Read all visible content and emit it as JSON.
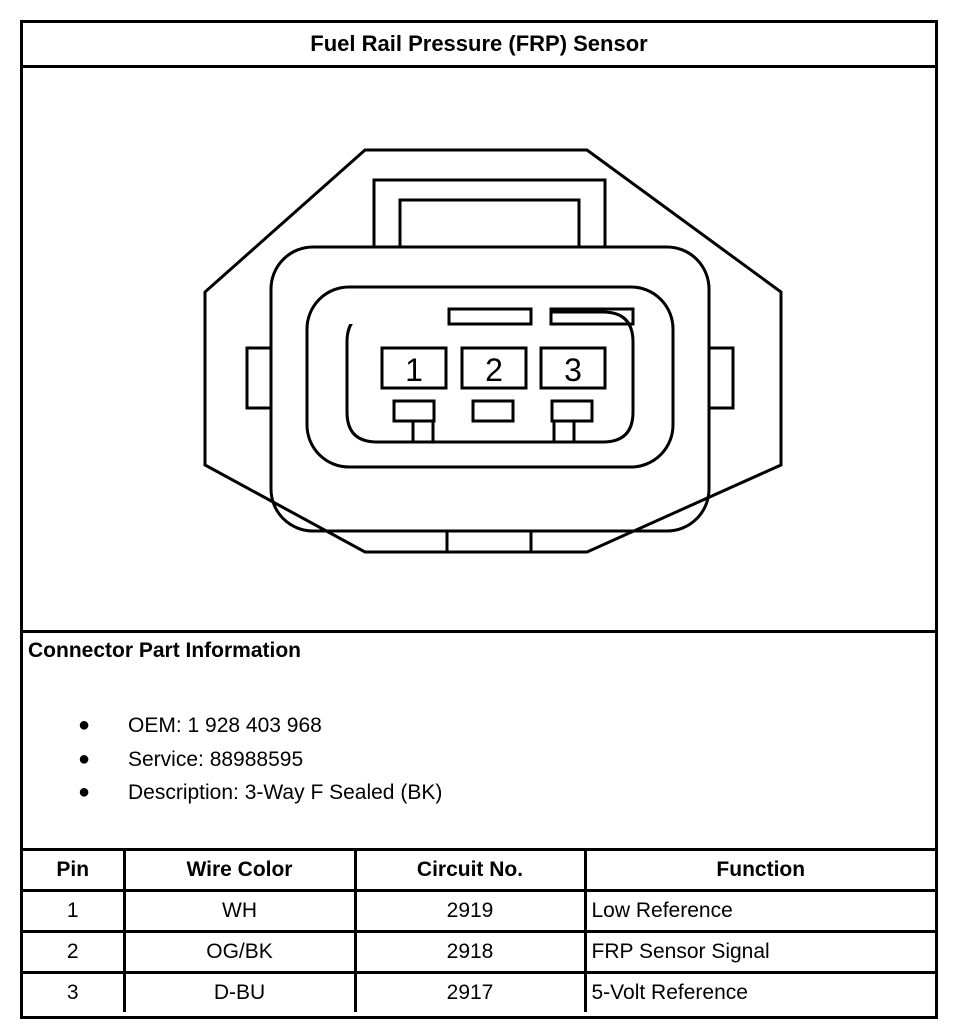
{
  "title": "Fuel Rail Pressure (FRP) Sensor",
  "diagram": {
    "pins": [
      "1",
      "2",
      "3"
    ]
  },
  "connector_info": {
    "heading": "Connector Part Information",
    "items": [
      "OEM: 1 928 403 968",
      "Service: 88988595",
      "Description: 3-Way F Sealed (BK)"
    ]
  },
  "table": {
    "headers": [
      "Pin",
      "Wire Color",
      "Circuit No.",
      "Function"
    ],
    "rows": [
      [
        "1",
        "WH",
        "2919",
        "Low Reference"
      ],
      [
        "2",
        "OG/BK",
        "2918",
        "FRP Sensor Signal"
      ],
      [
        "3",
        "D-BU",
        "2917",
        "5-Volt Reference"
      ]
    ]
  }
}
